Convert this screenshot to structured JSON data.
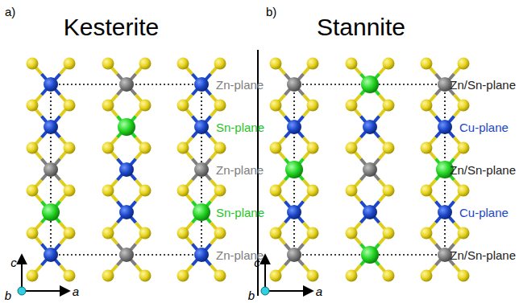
{
  "diagram": {
    "labels": [
      "a)",
      "Kesterite",
      "Zn-plane",
      "Sn-plane",
      "Zn-plane",
      "Sn-plane",
      "Zn-plane",
      "c",
      "a",
      "b",
      "b)",
      "Stannite",
      "Zn/Sn-plane",
      "Cu-plane",
      "Zn/Sn-plane",
      "Cu-plane",
      "Zn/Sn-plane",
      "c",
      "a",
      "b"
    ]
  }
}
